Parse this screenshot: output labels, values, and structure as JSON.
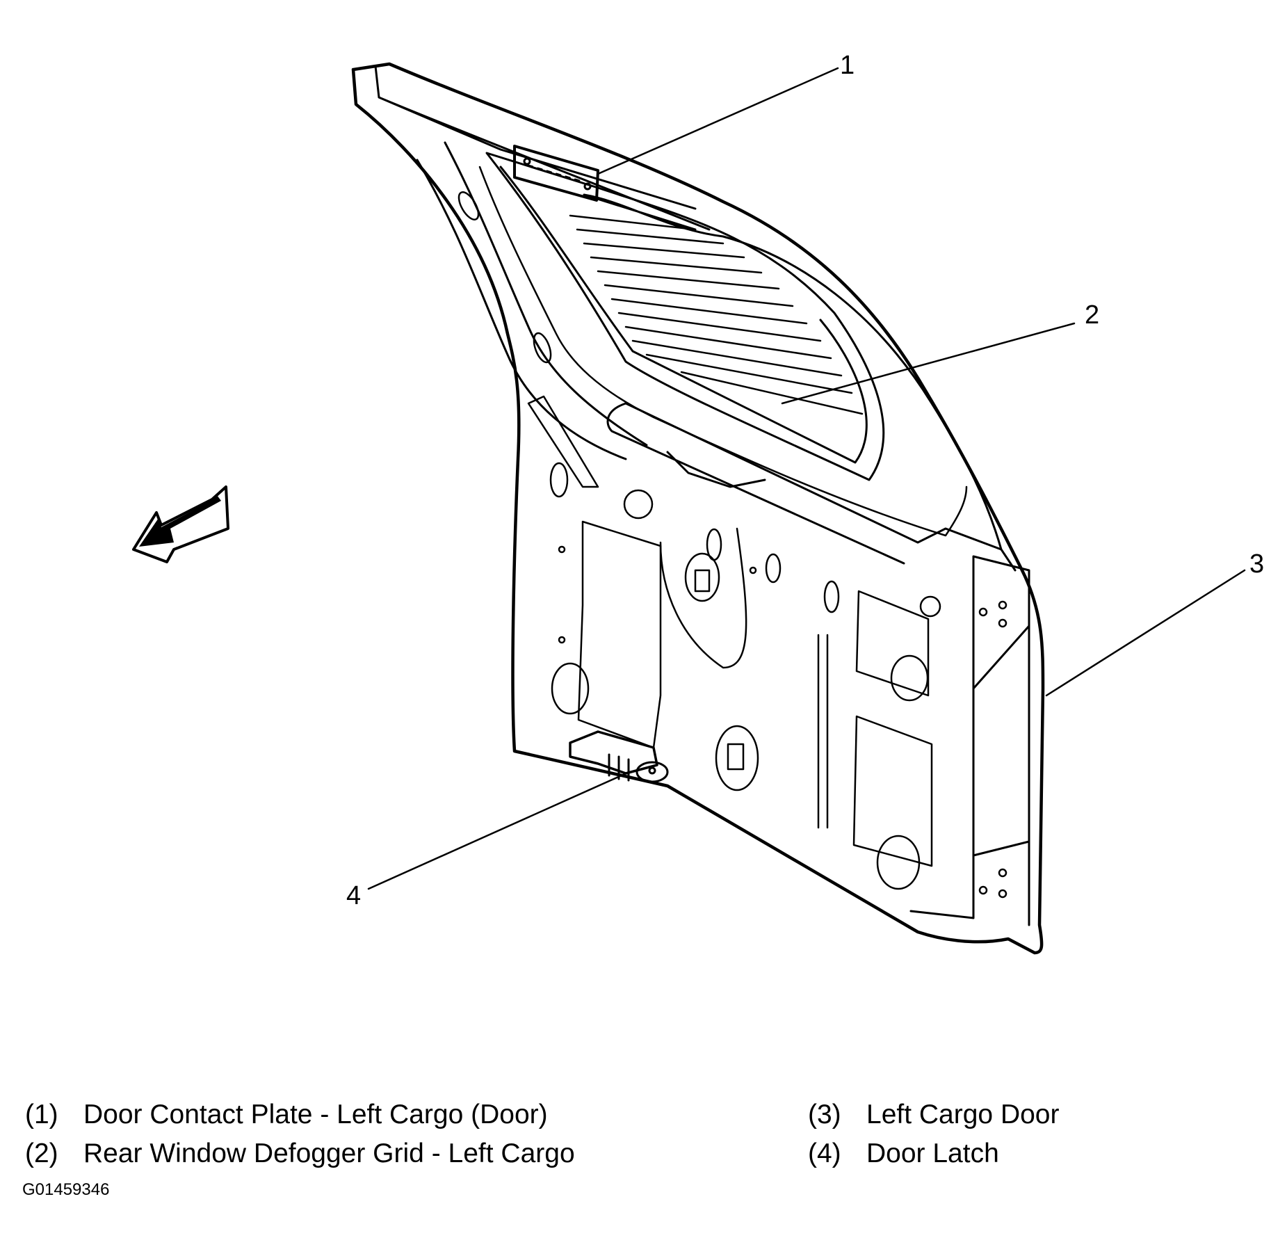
{
  "callouts": [
    {
      "number": "1",
      "label": "Door Contact Plate - Left Cargo (Door)"
    },
    {
      "number": "2",
      "label": "Rear Window Defogger Grid - Left Cargo"
    },
    {
      "number": "3",
      "label": "Left Cargo Door"
    },
    {
      "number": "4",
      "label": "Door Latch"
    }
  ],
  "legend": [
    {
      "num": "(1)",
      "text": "Door Contact Plate - Left Cargo (Door)"
    },
    {
      "num": "(2)",
      "text": "Rear Window Defogger Grid - Left Cargo"
    },
    {
      "num": "(3)",
      "text": "Left Cargo Door"
    },
    {
      "num": "(4)",
      "text": "Door Latch"
    }
  ],
  "figure_id": "G01459346"
}
